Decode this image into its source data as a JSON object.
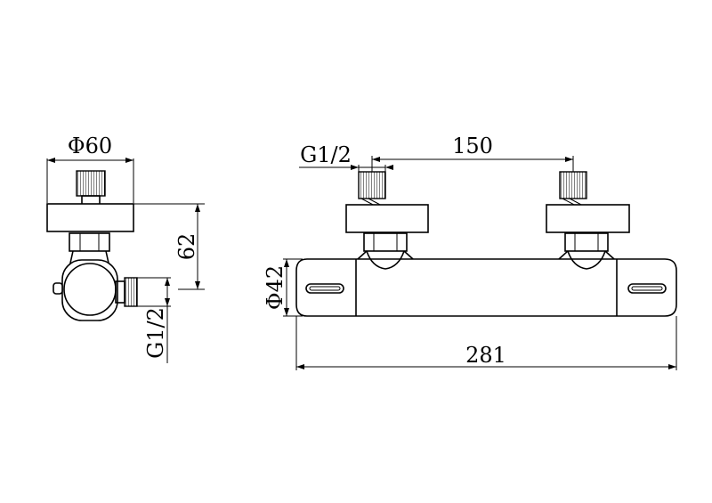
{
  "side_view": {
    "diameter_label": "Φ60",
    "height_label": "62",
    "thread_label": "G1/2"
  },
  "front_view": {
    "thread_label": "G1/2",
    "spacing_label": "150",
    "diameter_label": "Φ42",
    "length_label": "281"
  },
  "colors": {
    "line": "#000000",
    "background": "#ffffff"
  }
}
